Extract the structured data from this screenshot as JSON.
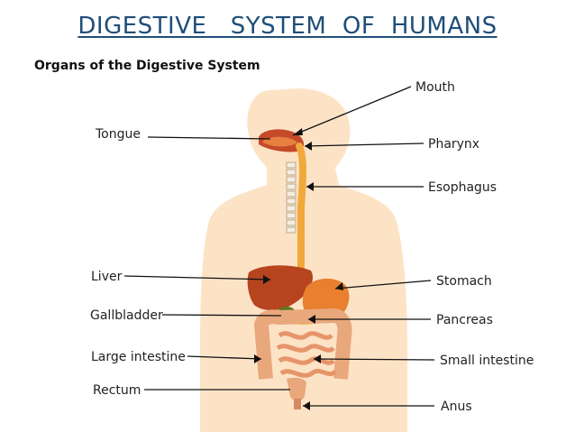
{
  "title": "DIGESTIVE   SYSTEM  OF  HUMANS",
  "subtitle": "Organs of the Digestive System",
  "labels": {
    "mouth": "Mouth",
    "tongue": "Tongue",
    "pharynx": "Pharynx",
    "esophagus": "Esophagus",
    "liver": "Liver",
    "stomach": "Stomach",
    "gallbladder": "Gallbladder",
    "pancreas": "Pancreas",
    "large_intestine": "Large intestine",
    "small_intestine": "Small intestine",
    "rectum": "Rectum",
    "anus": "Anus"
  },
  "colors": {
    "title": "#1f4e79",
    "skin": "#fde3c6",
    "liver": "#b5441f",
    "stomach": "#e8802f",
    "esophagus": "#f0a93a",
    "gallbladder": "#5a7a1c",
    "pancreas": "#e8c14a",
    "intestine": "#e9a87b"
  }
}
